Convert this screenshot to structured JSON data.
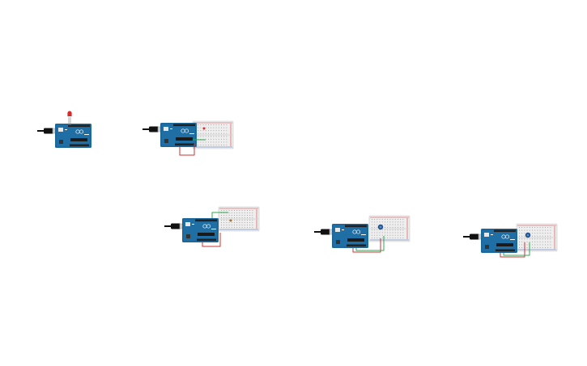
{
  "canvas": {
    "background": "#ffffff"
  },
  "colors": {
    "board": "#1f6fa5",
    "board_dark": "#155783",
    "header": "#222222",
    "usb_plug": "#111111",
    "usb_metal": "#cfcfcf",
    "breadboard": "#eeeeee",
    "breadboard_hole": "#9a9a9a",
    "rail_red": "#d23a3a",
    "rail_blue": "#3a67b5",
    "wire_red": "#cc3333",
    "wire_green": "#2fa84f",
    "led": "#d62b2b",
    "pot": "#1d4f8c"
  },
  "circuits": [
    {
      "id": "led-blink",
      "components": [
        "arduino-uno",
        "usb-cable",
        "led"
      ]
    },
    {
      "id": "breadboard-led",
      "components": [
        "arduino-uno",
        "usb-cable",
        "breadboard",
        "led",
        "wires"
      ]
    },
    {
      "id": "breadboard-sensor",
      "components": [
        "arduino-uno",
        "usb-cable",
        "breadboard",
        "wires"
      ]
    },
    {
      "id": "breadboard-pot-1",
      "components": [
        "arduino-uno",
        "usb-cable",
        "breadboard",
        "potentiometer",
        "wires"
      ]
    },
    {
      "id": "breadboard-pot-2",
      "components": [
        "arduino-uno",
        "usb-cable",
        "breadboard",
        "potentiometer",
        "wires"
      ]
    }
  ]
}
